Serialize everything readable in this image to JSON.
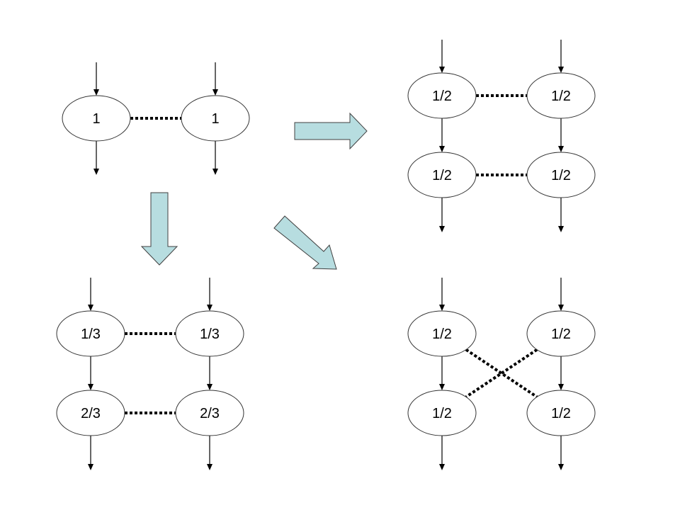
{
  "colors": {
    "block_arrow_fill": "#b7dde0",
    "block_arrow_stroke": "#404040",
    "line": "#000000",
    "node_fill": "#ffffff",
    "node_stroke": "#333333"
  },
  "panels": [
    {
      "id": "original",
      "nodes": [
        {
          "id": "a",
          "label": "1"
        },
        {
          "id": "b",
          "label": "1"
        }
      ],
      "links": [
        {
          "from": "a",
          "to": "b",
          "style": "dotted"
        }
      ]
    },
    {
      "id": "split-parallel",
      "nodes": [
        {
          "id": "a1",
          "label": "1/2"
        },
        {
          "id": "b1",
          "label": "1/2"
        },
        {
          "id": "a2",
          "label": "1/2"
        },
        {
          "id": "b2",
          "label": "1/2"
        }
      ],
      "links": [
        {
          "from": "a1",
          "to": "b1",
          "style": "dotted"
        },
        {
          "from": "a2",
          "to": "b2",
          "style": "dotted"
        }
      ]
    },
    {
      "id": "split-unequal",
      "nodes": [
        {
          "id": "a1",
          "label": "1/3"
        },
        {
          "id": "b1",
          "label": "1/3"
        },
        {
          "id": "a2",
          "label": "2/3"
        },
        {
          "id": "b2",
          "label": "2/3"
        }
      ],
      "links": [
        {
          "from": "a1",
          "to": "b1",
          "style": "dotted"
        },
        {
          "from": "a2",
          "to": "b2",
          "style": "dotted"
        }
      ]
    },
    {
      "id": "split-crossed",
      "nodes": [
        {
          "id": "a1",
          "label": "1/2"
        },
        {
          "id": "b1",
          "label": "1/2"
        },
        {
          "id": "a2",
          "label": "1/2"
        },
        {
          "id": "b2",
          "label": "1/2"
        }
      ],
      "links": [
        {
          "from": "a1",
          "to": "b2",
          "style": "dotted"
        },
        {
          "from": "b1",
          "to": "a2",
          "style": "dotted"
        }
      ]
    }
  ],
  "transitions": [
    {
      "from": "original",
      "to": "split-parallel",
      "direction": "right"
    },
    {
      "from": "original",
      "to": "split-unequal",
      "direction": "down"
    },
    {
      "from": "original",
      "to": "split-crossed",
      "direction": "down-right"
    }
  ]
}
